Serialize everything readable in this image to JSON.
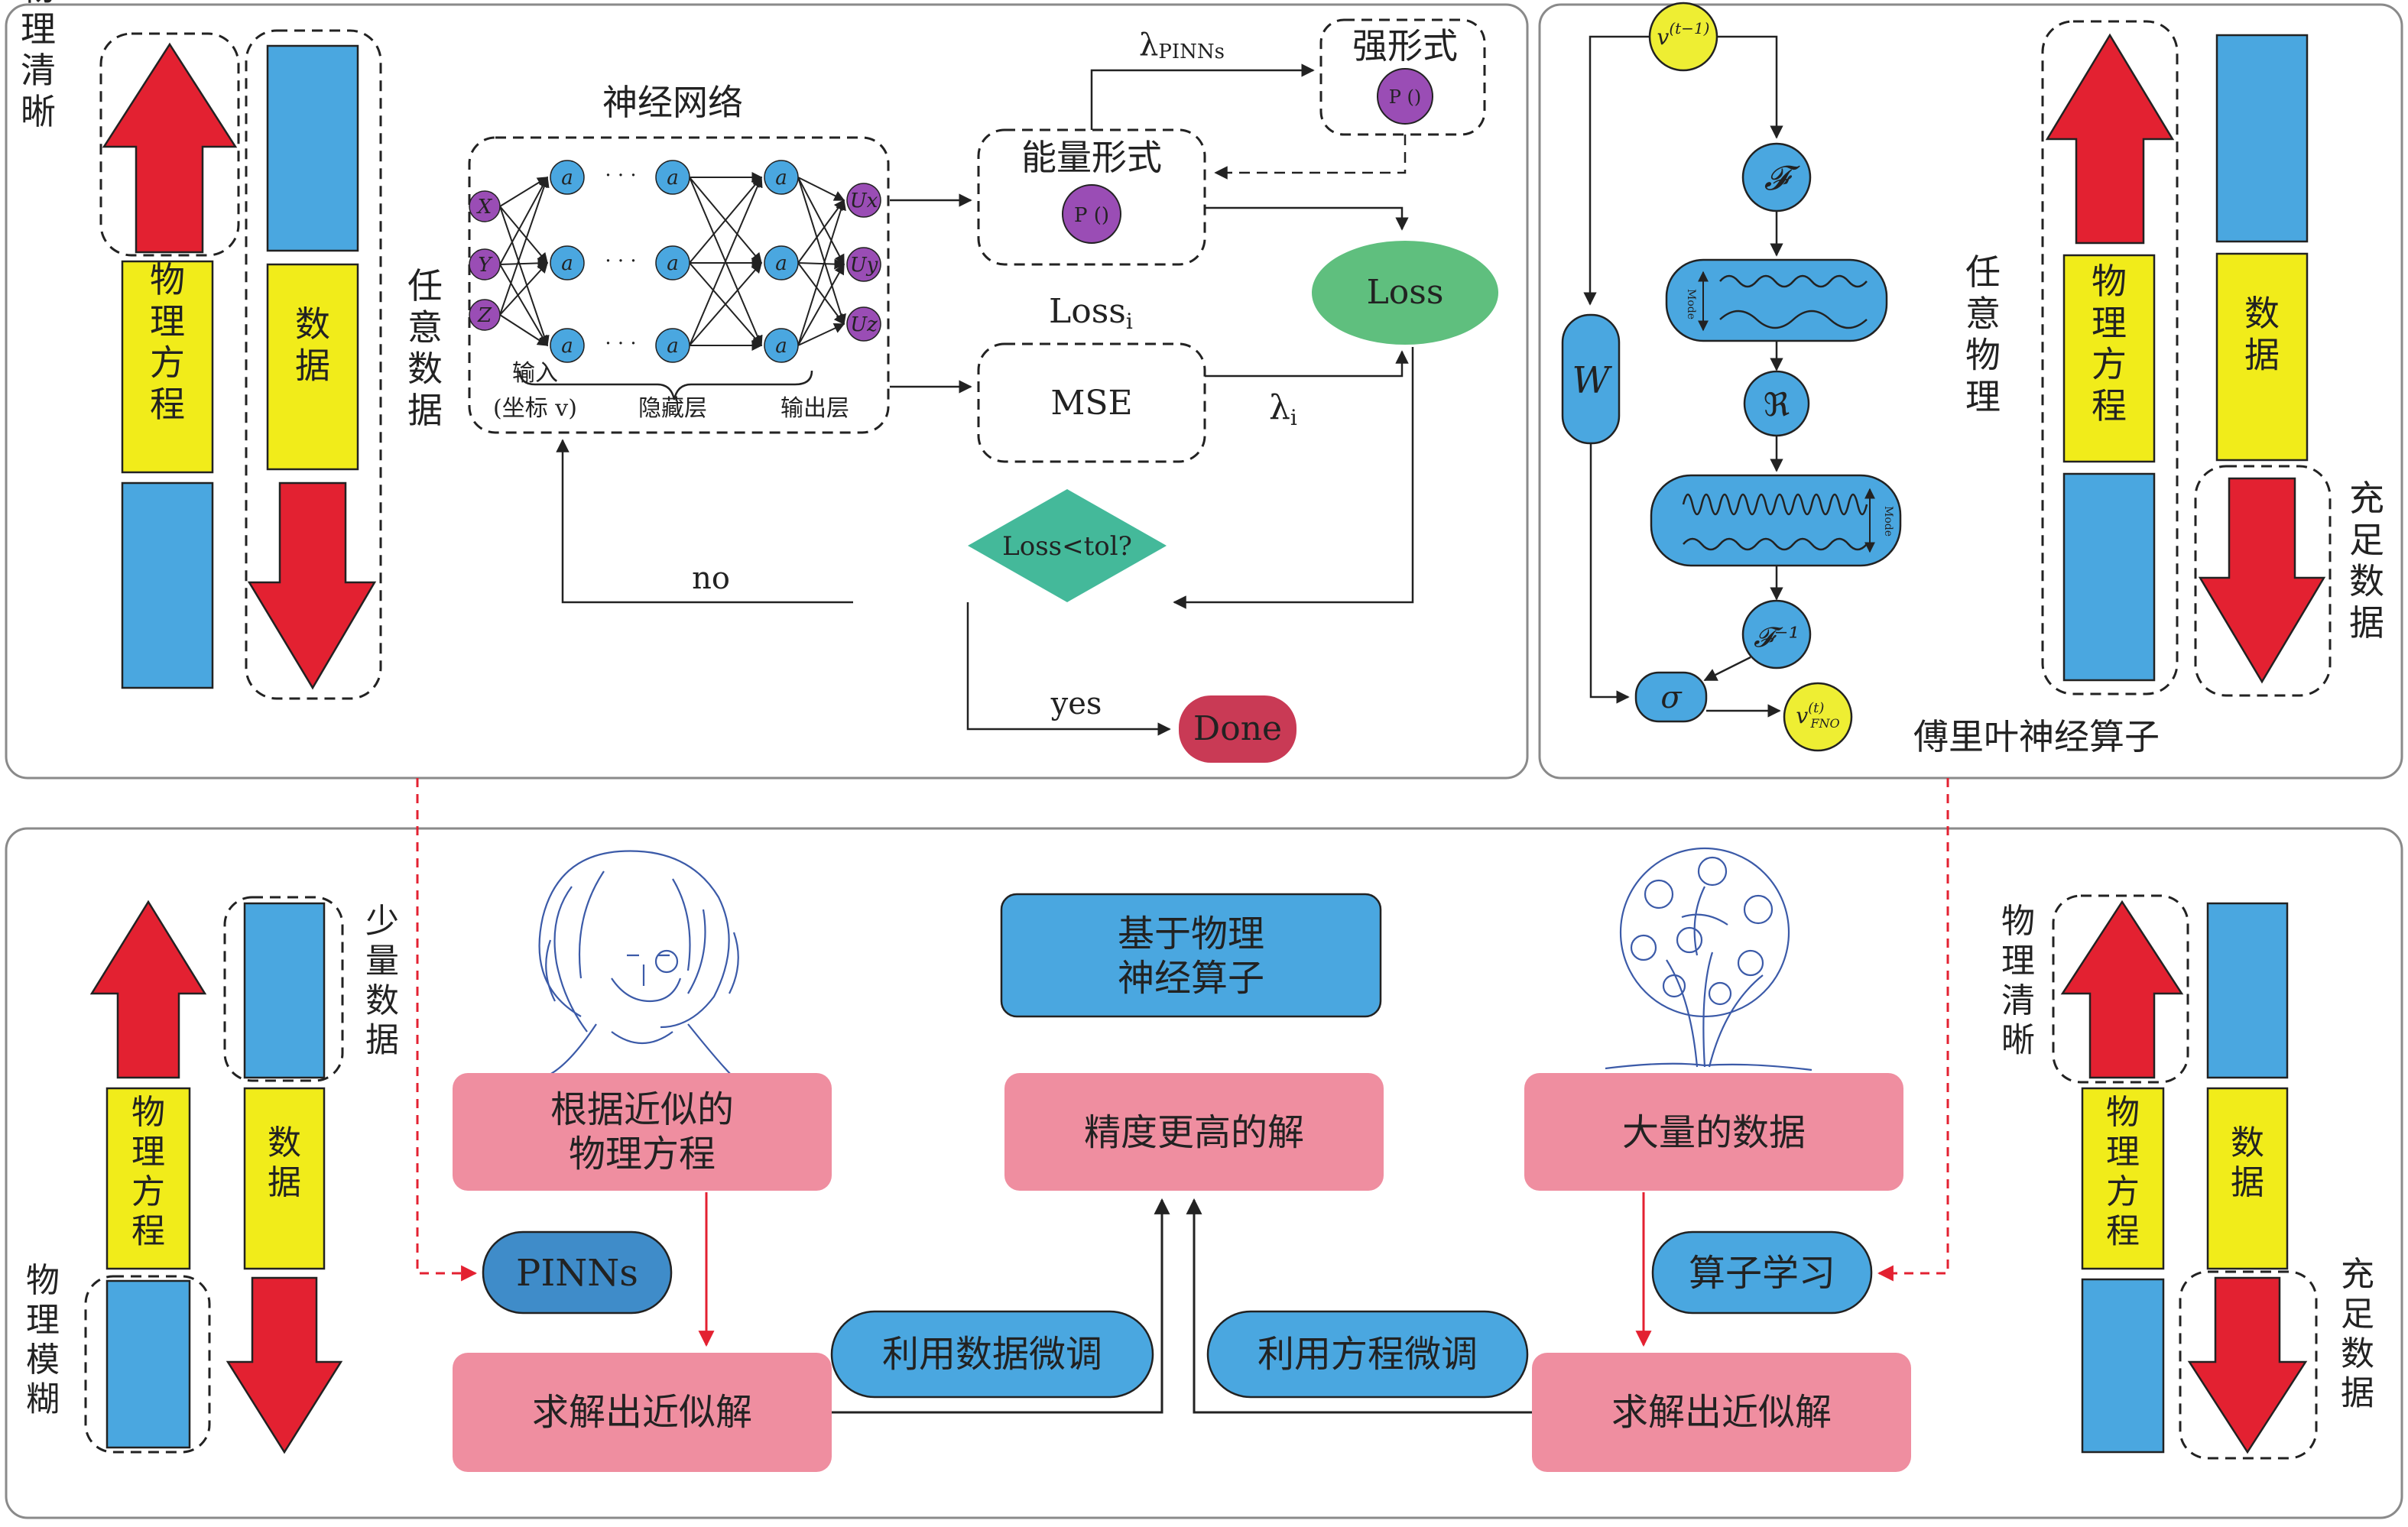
{
  "colors": {
    "red": "#e32131",
    "blue": "#4aa7e0",
    "yellow": "#f1ec1a",
    "purple": "#9a4db5",
    "green": "#5fbf7e",
    "teal": "#44b99a",
    "pink": "#ef8ea0",
    "done": "#c93a55",
    "fnoYellow": "#eeee33",
    "panel_border": "#8a8a8a",
    "dash_red": "#e32131"
  },
  "panel_tl": {
    "left_col": {
      "label_top": "物理清晰",
      "box_mid": "物理方程",
      "side_label": "任意数据"
    },
    "right_col": {
      "box_mid": "数据"
    },
    "nn": {
      "title": "神经网络",
      "inputs": [
        "X",
        "Y",
        "Z"
      ],
      "neuron": "a",
      "dots": "· · ·",
      "outputs": [
        "Ux",
        "Uy",
        "Uz"
      ],
      "label_input": "输入",
      "label_input2": "(坐标 v)",
      "label_hidden": "隐藏层",
      "label_output": "输出层"
    },
    "energy": {
      "label": "能量形式",
      "p": "P ()"
    },
    "strong": {
      "label": "强形式",
      "p": "P ()"
    },
    "lambda_pinns": "λPINNs",
    "loss": "Loss",
    "loss_i": "Loss",
    "loss_i_sub": "i",
    "mse": "MSE",
    "lambda_i": "λ",
    "lambda_i_sub": "i",
    "decision": "Loss<tol?",
    "no": "no",
    "yes": "yes",
    "done": "Done"
  },
  "panel_tr": {
    "v_in": "v(t−1)",
    "F": "𝓕",
    "R": "ℜ",
    "Finv": "𝓕⁻¹",
    "W": "W",
    "sigma": "σ",
    "v_out": "v(t)FNO",
    "mode_label": "Mode",
    "title": "傅里叶神经算子",
    "side_label": "任意物理",
    "left_box": "物理方程",
    "right_box": "数据",
    "right_side_label": "充足数据"
  },
  "panel_bottom": {
    "left": {
      "few_data": "少量数据",
      "box_phys": "物理方程",
      "box_data": "数据",
      "blurry": "物理模糊"
    },
    "right": {
      "clear": "物理清晰",
      "box_phys": "物理方程",
      "box_data": "数据",
      "enough": "充足数据"
    },
    "center_top": [
      "基于物理",
      "神经算子"
    ],
    "approx_eq": [
      "根据近似的",
      "物理方程"
    ],
    "higher": "精度更高的解",
    "big_data": "大量的数据",
    "pinns": "PINNs",
    "op_learn": "算子学习",
    "solve_left": "求解出近似解",
    "solve_right": "求解出近似解",
    "finetune_data": "利用数据微调",
    "finetune_eq": "利用方程微调"
  }
}
